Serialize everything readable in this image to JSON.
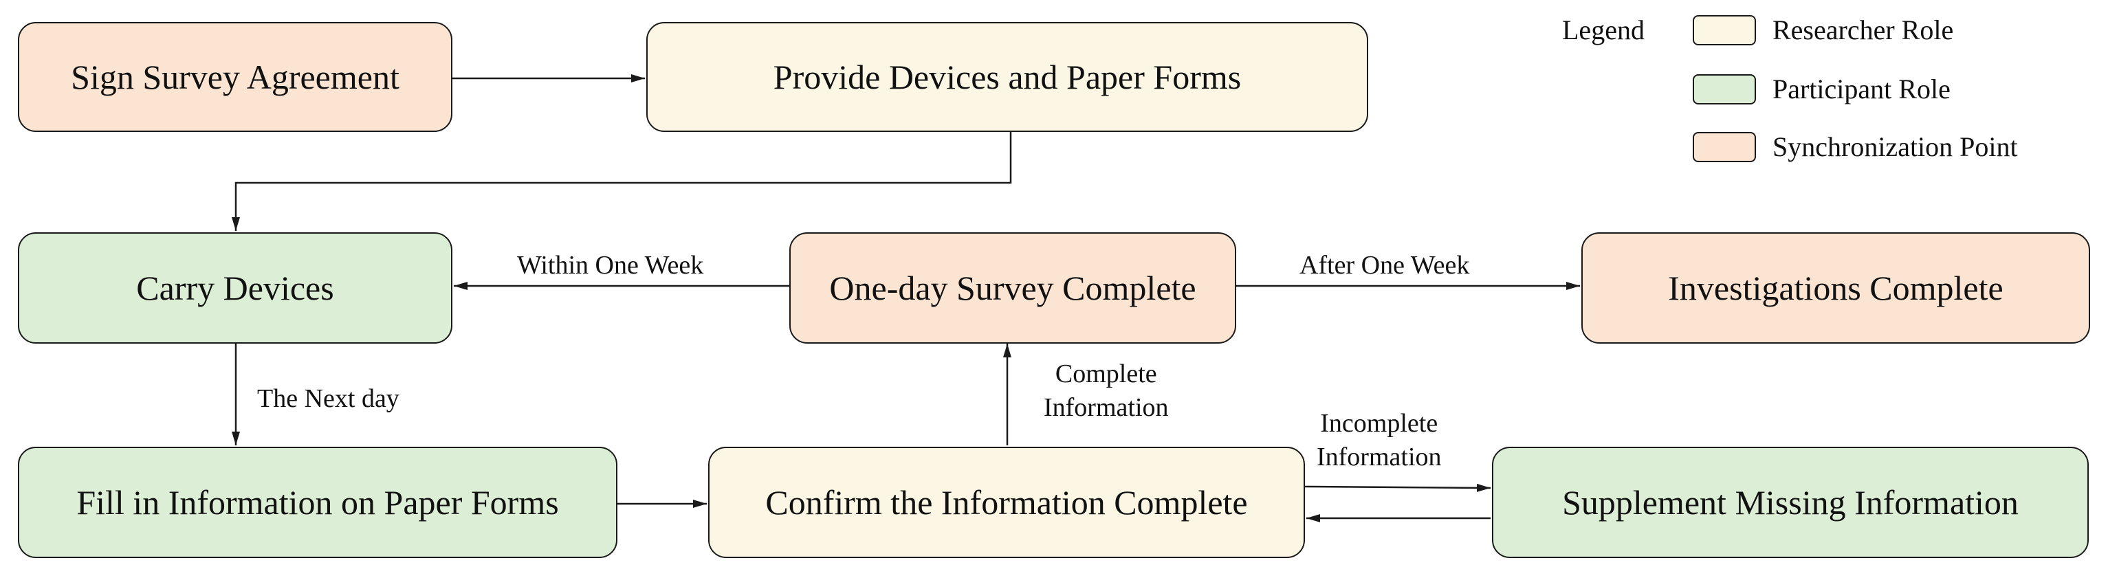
{
  "nodes": {
    "sign_agreement": "Sign Survey Agreement",
    "provide_devices": "Provide Devices and Paper Forms",
    "carry_devices": "Carry Devices",
    "one_day_complete": "One-day Survey Complete",
    "investigations_complete": "Investigations Complete",
    "fill_in_info": "Fill in Information on Paper Forms",
    "confirm_info": "Confirm the Information Complete",
    "supplement_info": "Supplement Missing Information"
  },
  "edges": {
    "within_one_week": "Within One Week",
    "after_one_week": "After One Week",
    "next_day": "The Next day",
    "complete_info_line1": "Complete",
    "complete_info_line2": "Information",
    "incomplete_info_line1": "Incomplete",
    "incomplete_info_line2": "Information"
  },
  "legend": {
    "title": "Legend",
    "items": [
      {
        "label": "Researcher Role",
        "color": "#fbf7e4"
      },
      {
        "label": "Participant Role",
        "color": "#ddeed6"
      },
      {
        "label": "Synchronization Point",
        "color": "#fce4d2"
      }
    ]
  }
}
